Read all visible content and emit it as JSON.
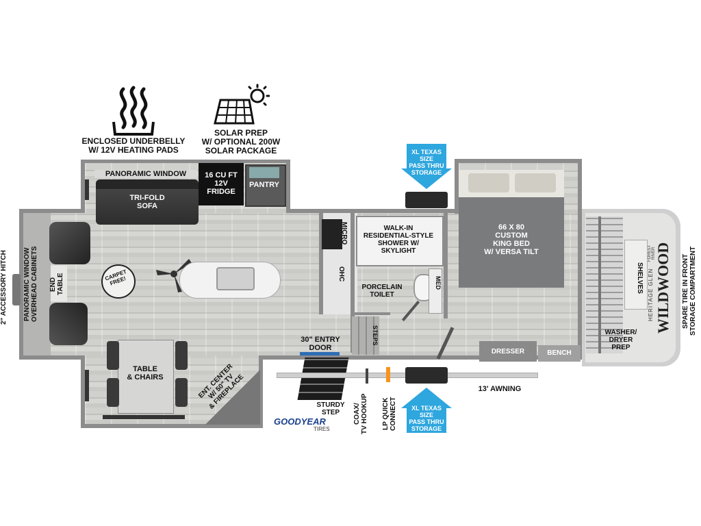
{
  "features": {
    "underbelly_label": "ENCLOSED UNDERBELLY\nW/ 12V HEATING PADS",
    "solar_label": "SOLAR PREP\nW/ OPTIONAL 200W\nSOLAR PACKAGE"
  },
  "rooms": {
    "panoramic_window_top": "PANORAMIC WINDOW",
    "sofa": "TRI-FOLD\nSOFA",
    "fridge": "16 CU FT\n12V\nFRIDGE",
    "pantry": "PANTRY",
    "micro": "MICRO",
    "ohc": "OHC",
    "shower": "WALK-IN\nRESIDENTIAL-STYLE\nSHOWER W/\nSKYLIGHT",
    "toilet": "PORCELAIN\nTOILET",
    "med": "MED",
    "steps": "STEPS",
    "bed": "66 X 80\nCUSTOM\nKING BED\nW/ VERSA TILT",
    "shelves": "SHELVES",
    "washer_dryer": "WASHER/\nDRYER\nPREP",
    "dresser": "DRESSER",
    "bench": "BENCH",
    "panoramic_window_front": "PANORAMIC WINDOW\nOVERHEAD CABINETS",
    "end_table": "END\nTABLE",
    "carpet_free": "CARPET FREE!",
    "table_chairs": "TABLE\n& CHAIRS",
    "ent_center": "ENT. CENTER\nW/ 50\" TV\n& FIREPLACE",
    "entry_door": "30\" ENTRY\nDOOR",
    "sturdy_step": "STURDY\nSTEP",
    "coax": "COAX/\nTV HOOKUP",
    "lp": "LP QUICK\nCONNECT",
    "awning": "13' AWNING"
  },
  "storage": {
    "top": "XL TEXAS SIZE\nPASS THRU\nSTORAGE",
    "bottom": "XL TEXAS SIZE\nPASS THRU\nSTORAGE"
  },
  "exterior": {
    "hitch": "2\" ACCESSORY HITCH",
    "spare_tire": "SPARE TIRE IN FRONT\nSTORAGE COMPARTMENT",
    "goodyear": "GOODYEAR",
    "tires": "TIRES"
  },
  "brand": {
    "name": "WILDWOOD",
    "sub": "HERITAGE GLEN",
    "forest_river": "FOREST RIVER"
  },
  "colors": {
    "arrow_blue": "#2ea6de",
    "orange": "#f7941d",
    "wall_gray": "#8c8c8c",
    "goodyear_blue": "#1a3f8f"
  }
}
